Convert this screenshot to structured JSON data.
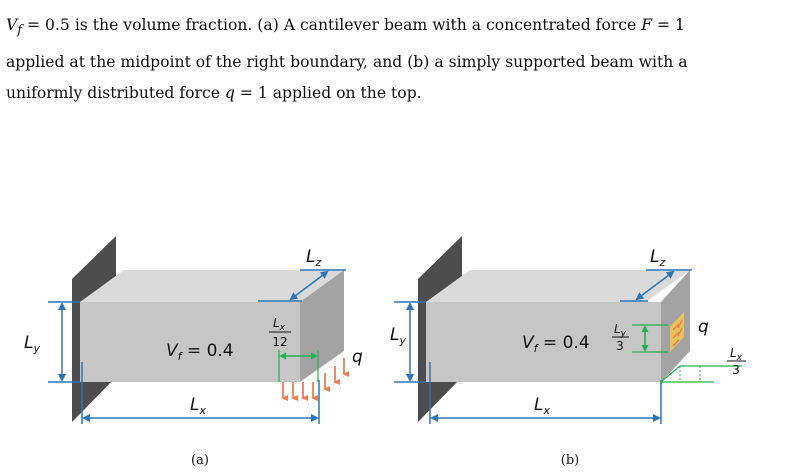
{
  "caption": {
    "line1_a": "V",
    "line1_sub": "f",
    "line1_b": " = 0.5 is the volume fraction. (a) A cantilever beam with a concentrated force ",
    "line1_F": "F",
    "line1_c": " = 1",
    "line2": "applied at the midpoint of the right boundary, and (b) a simply supported beam with a",
    "line3_a": "uniformly distributed force ",
    "line3_q": "q",
    "line3_b": " = 1 applied on the top."
  },
  "figure_a": {
    "label_Lz_main": "L",
    "label_Lz_sub": "z",
    "label_Ly_main": "L",
    "label_Ly_sub": "y",
    "label_Lx_main": "L",
    "label_Lx_sub": "x",
    "vf_main": "V",
    "vf_sub": "f",
    "vf_rest": " = 0.4",
    "frac_num_main": "L",
    "frac_num_sub": "x",
    "frac_den": "12",
    "load_label": "q",
    "panel_label": "(a)"
  },
  "figure_b": {
    "label_Lz_main": "L",
    "label_Lz_sub": "z",
    "label_Ly_main": "L",
    "label_Ly_sub": "y",
    "label_Lx_main": "L",
    "label_Lx_sub": "x",
    "vf_main": "V",
    "vf_sub": "f",
    "vf_rest": " = 0.4",
    "frac1_num_main": "L",
    "frac1_num_sub": "y",
    "frac1_den": "3",
    "frac2_num_main": "L",
    "frac2_num_sub": "x",
    "frac2_den": "3",
    "load_label": "q",
    "panel_label": "(b)"
  },
  "colors": {
    "beam_front": "#c6c6c6",
    "beam_top": "#dadada",
    "beam_side": "#a3a3a3",
    "wall": "#4d4d4d",
    "dimension": "#2e75b6",
    "green": "#22b14c",
    "force": "#ed7d57"
  }
}
